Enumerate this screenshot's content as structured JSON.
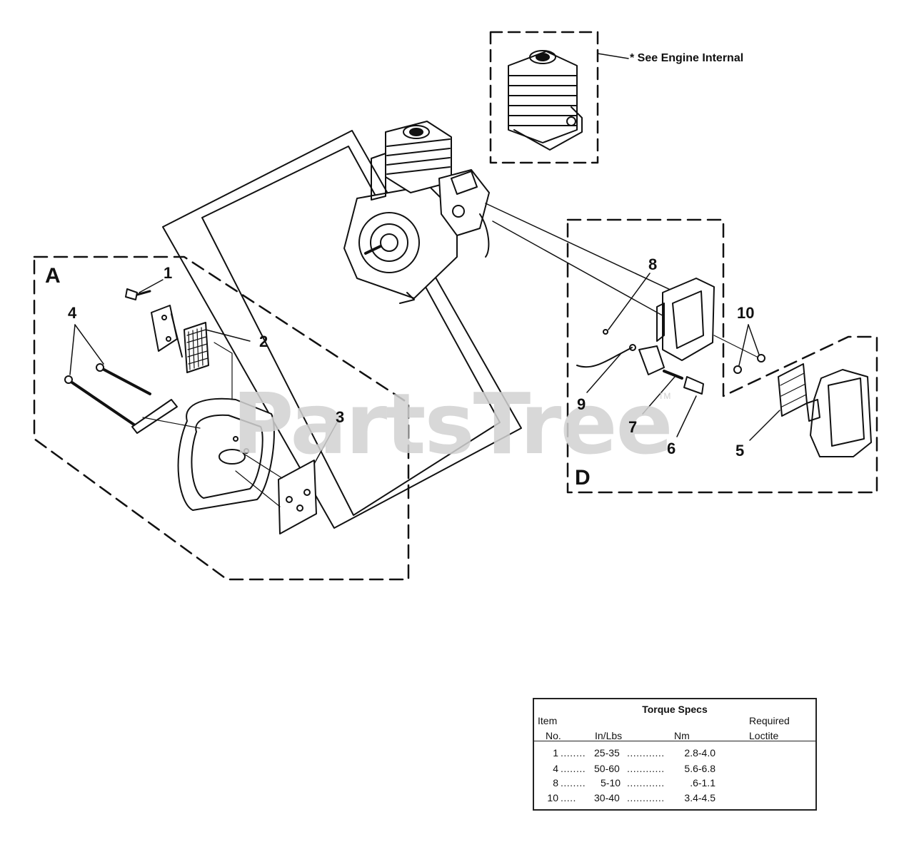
{
  "callouts": {
    "c1": "1",
    "c2": "2",
    "c3": "3",
    "c4": "4",
    "c5": "5",
    "c6": "6",
    "c7": "7",
    "c8": "8",
    "c9": "9",
    "c10": "10"
  },
  "sections": {
    "a": "A",
    "d": "D"
  },
  "notes": {
    "see_engine_internal": "*  See Engine Internal"
  },
  "watermark": {
    "text": "PartsTree",
    "tm": "TM"
  },
  "torque_specs": {
    "title": "Torque Specs",
    "header_item": "Item",
    "header_no": "No.",
    "header_inlbs": "In/Lbs",
    "header_nm": "Nm",
    "header_required": "Required",
    "header_loctite": "Loctite",
    "rows": [
      {
        "item": "1",
        "inlbs": "25-35",
        "nm": "2.8-4.0"
      },
      {
        "item": "4",
        "inlbs": "50-60",
        "nm": "5.6-6.8"
      },
      {
        "item": "8",
        "inlbs": "5-10",
        "nm": ".6-1.1"
      },
      {
        "item": "10",
        "inlbs": "30-40",
        "nm": "3.4-4.5"
      }
    ]
  }
}
